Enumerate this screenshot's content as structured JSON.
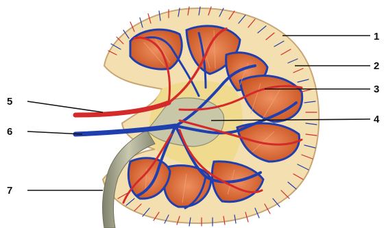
{
  "labels": {
    "l1": "1",
    "l2": "2",
    "l3": "3",
    "l4": "4",
    "l5": "5",
    "l6": "6",
    "l7": "7"
  },
  "colors": {
    "cortex": "#f3dfb0",
    "capsule_edge": "#c9a572",
    "pyramid": "#d9642f",
    "pyramid_light": "#ec8a55",
    "pelvis": "#c8c7a8",
    "ureter": "#9a9a82",
    "artery": "#d42a2a",
    "vein": "#1f3fae",
    "fat": "#efd98a",
    "leader": "#111111"
  }
}
